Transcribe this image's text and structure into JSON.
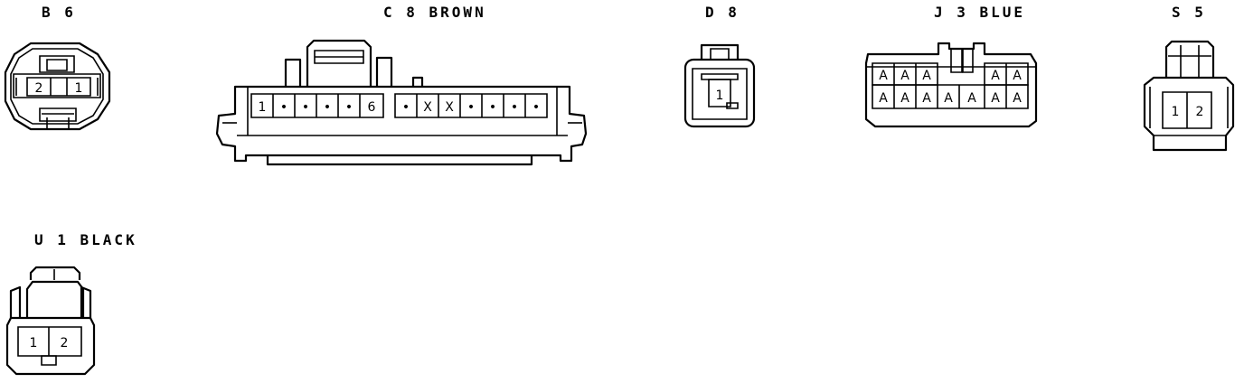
{
  "connectors": {
    "b6": {
      "label": "B 6",
      "pins": [
        "2",
        "1"
      ]
    },
    "c8": {
      "label": "C 8 BROWN",
      "left_pins": [
        "1",
        "•",
        "•",
        "•",
        "•",
        "6"
      ],
      "right_pins": [
        "•",
        "X",
        "X",
        "•",
        "•",
        "•",
        "•"
      ]
    },
    "d8": {
      "label": "D 8",
      "pins": [
        "1"
      ]
    },
    "j3": {
      "label": "J 3 BLUE",
      "top_left_pins": [
        "A",
        "A",
        "A"
      ],
      "top_right_pins": [
        "A",
        "A"
      ],
      "bottom_pins": [
        "A",
        "A",
        "A",
        "A",
        "A",
        "A",
        "A"
      ]
    },
    "s5": {
      "label": "S 5",
      "pins": [
        "1",
        "2"
      ]
    },
    "u1": {
      "label": "U 1 BLACK",
      "pins": [
        "1",
        "2"
      ]
    }
  }
}
